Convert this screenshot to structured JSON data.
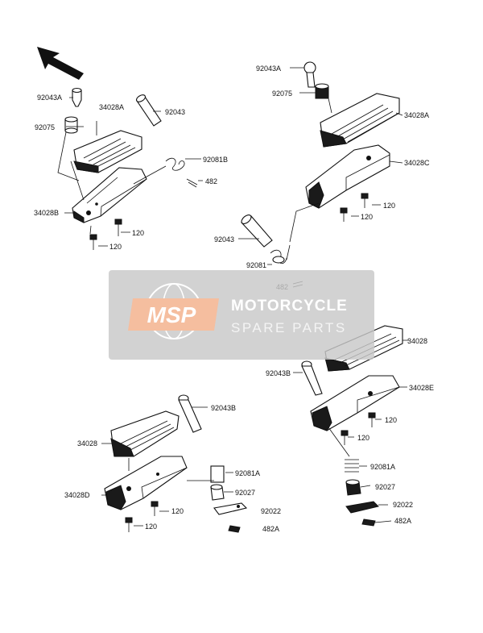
{
  "watermark": {
    "logo": "MSP",
    "line1": "MOTORCYCLE",
    "line2": "SPARE PARTS",
    "colors": {
      "box": "#c9c9c9",
      "logo_fill": "#f3b08a",
      "logo_text": "#ffffff",
      "line1": "#ffffff",
      "line2": "#f2f2f2"
    }
  },
  "diagram": {
    "groups": [
      {
        "name": "top-left",
        "labels": [
          "92043A",
          "34028A",
          "92043",
          "92075",
          "92081B",
          "482",
          "34028B",
          "120",
          "120"
        ]
      },
      {
        "name": "top-right",
        "labels": [
          "92043A",
          "92075",
          "34028A",
          "34028C",
          "120",
          "120",
          "92043",
          "92081",
          "482"
        ]
      },
      {
        "name": "bottom-left",
        "labels": [
          "92043B",
          "34028",
          "34028D",
          "92081A",
          "92027",
          "92022",
          "120",
          "120",
          "482A"
        ]
      },
      {
        "name": "bottom-right",
        "labels": [
          "34028",
          "92043B",
          "34028E",
          "120",
          "120",
          "92081A",
          "92027",
          "92022",
          "482A"
        ]
      }
    ]
  },
  "labels": {
    "tl_92043a": "92043A",
    "tl_34028a": "34028A",
    "tl_92043": "92043",
    "tl_92075": "92075",
    "tl_92081b": "92081B",
    "tl_482": "482",
    "tl_34028b": "34028B",
    "tl_120a": "120",
    "tl_120b": "120",
    "tr_92043a": "92043A",
    "tr_92075": "92075",
    "tr_34028a": "34028A",
    "tr_34028c": "34028C",
    "tr_120a": "120",
    "tr_120b": "120",
    "tr_92043": "92043",
    "tr_92081": "92081",
    "tr_482": "482",
    "bl_92043b": "92043B",
    "bl_34028": "34028",
    "bl_34028d": "34028D",
    "bl_92081a": "92081A",
    "bl_92027": "92027",
    "bl_92022": "92022",
    "bl_120a": "120",
    "bl_120b": "120",
    "bl_482a": "482A",
    "br_34028": "34028",
    "br_92043b": "92043B",
    "br_34028e": "34028E",
    "br_120a": "120",
    "br_120b": "120",
    "br_92081a": "92081A",
    "br_92027": "92027",
    "br_92022": "92022",
    "br_482a": "482A"
  }
}
